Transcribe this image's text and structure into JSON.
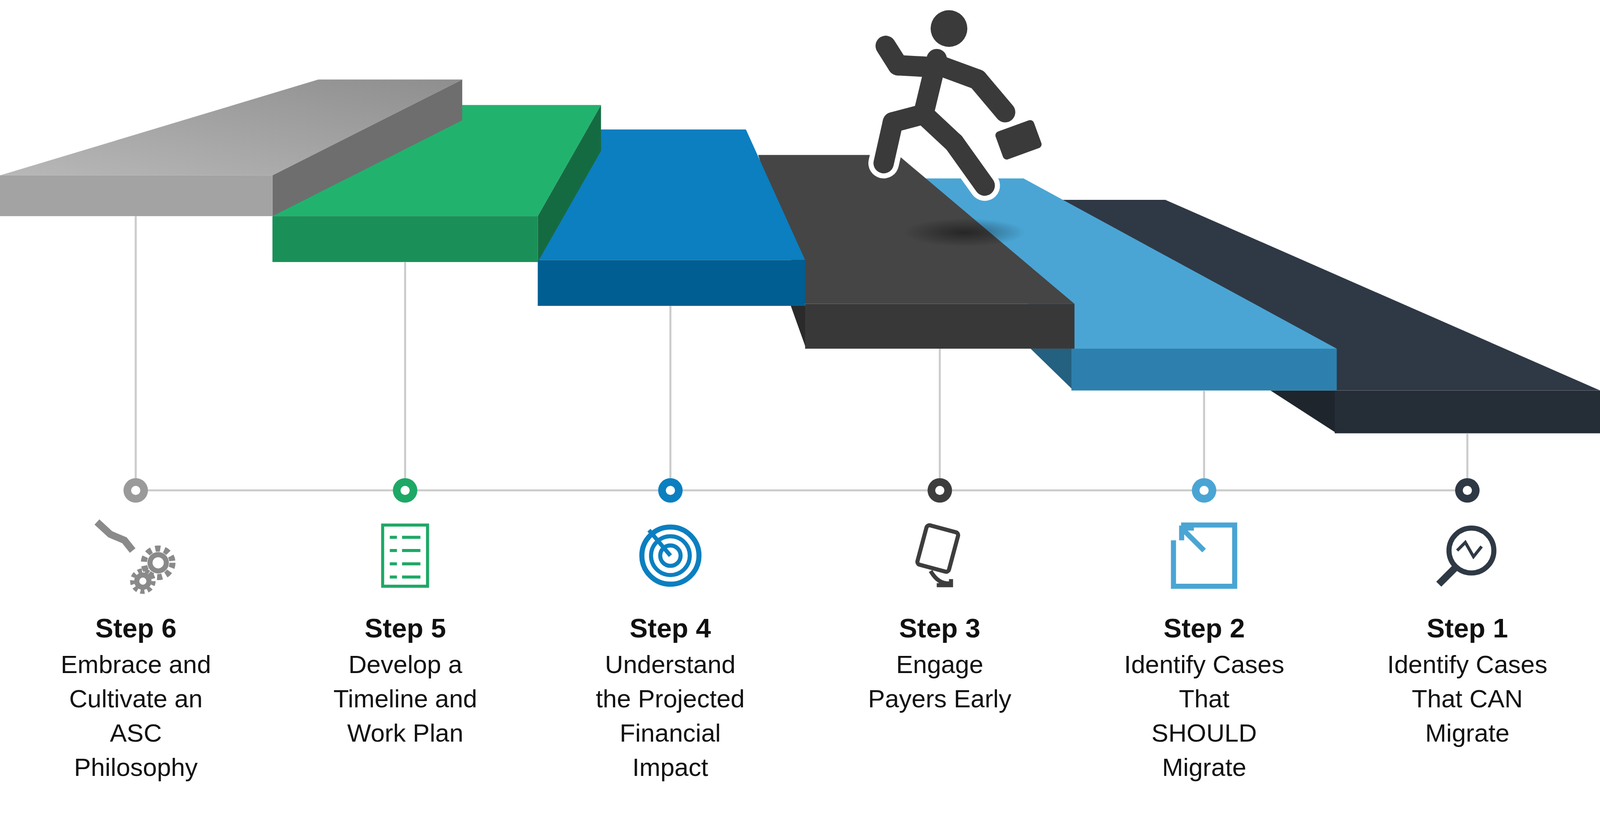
{
  "diagram": {
    "nodes": [
      {
        "text": [
          "Step 1",
          "Identify Cases That CAN Migrate"
        ]
      },
      {
        "text": [
          "Step 2",
          "Identify Cases That SHOULD Migrate"
        ]
      },
      {
        "text": [
          "Step 3",
          "Engage Payers Early"
        ]
      },
      {
        "text": [
          "Step 4",
          "Understand the Projected Financial Impact"
        ]
      },
      {
        "text": [
          "Step 5",
          "Develop a Timeline and Work Plan"
        ]
      },
      {
        "text": [
          "Step 6",
          "Embrace and Cultivate an ASC Philosophy"
        ]
      }
    ]
  }
}
